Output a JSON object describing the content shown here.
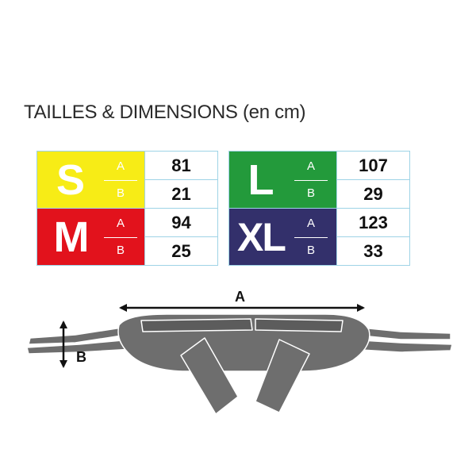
{
  "title": "TAILLES & DIMENSIONS (en cm)",
  "ab_labels": {
    "a": "A",
    "b": "B"
  },
  "sizes": [
    {
      "name": "S",
      "a": "81",
      "b": "21",
      "color": "#f7ec16"
    },
    {
      "name": "M",
      "a": "94",
      "b": "25",
      "color": "#e2121c"
    },
    {
      "name": "L",
      "a": "107",
      "b": "29",
      "color": "#239a3b"
    },
    {
      "name": "XL",
      "a": "123",
      "b": "33",
      "color": "#33306b"
    }
  ],
  "diagram": {
    "label_a": "A",
    "label_b": "B",
    "sling_color": "#6e6e6e",
    "pad_color": "#5c5c5c"
  }
}
